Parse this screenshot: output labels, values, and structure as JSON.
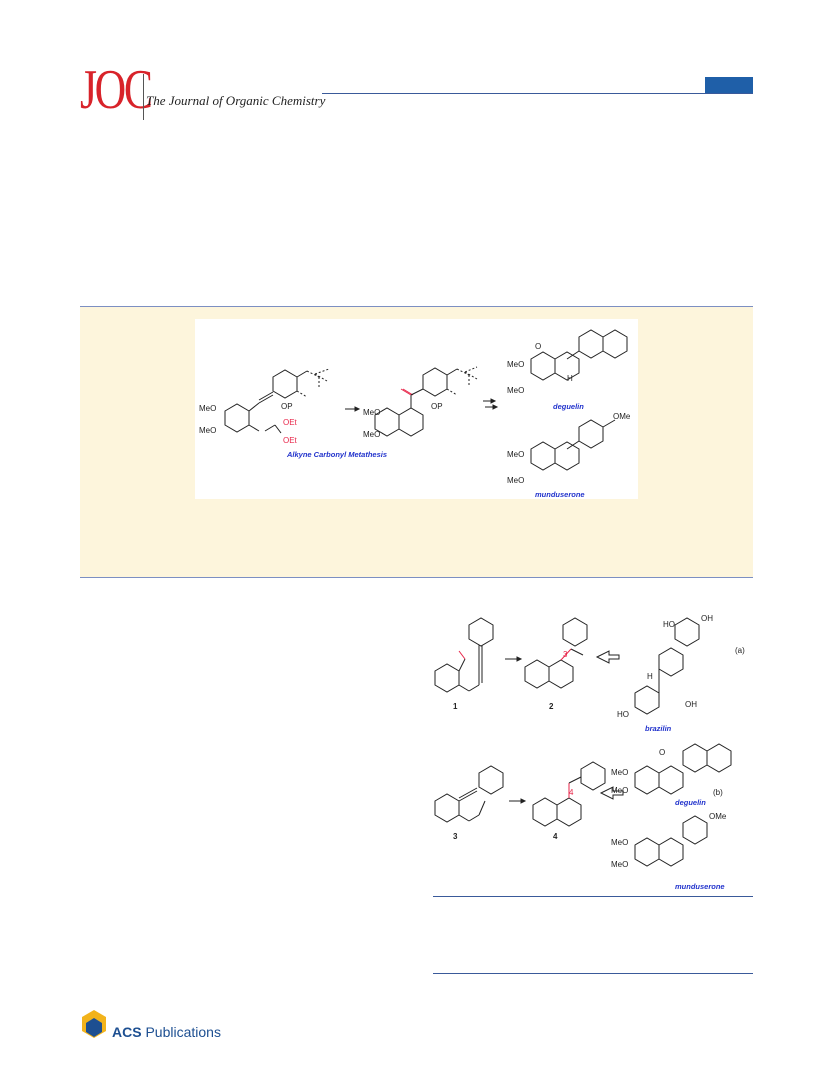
{
  "header": {
    "logo": "JOC",
    "journal_name": "The Journal of Organic Chemistry"
  },
  "toc_graphic": {
    "labels": {
      "meo1": "MeO",
      "meo2": "MeO",
      "oet1": "OEt",
      "oet2": "OEt",
      "op1": "OP",
      "op2": "OP",
      "meo3": "MeO",
      "meo4": "MeO",
      "reaction_caption": "Alkyne Carbonyl Metathesis",
      "deg_meo1": "MeO",
      "deg_meo2": "MeO",
      "deg_name": "deguelin",
      "mun_meo1": "MeO",
      "mun_meo2": "MeO",
      "mun_ome": "OMe",
      "mun_name": "munduserone",
      "h": "H",
      "o": "O"
    }
  },
  "scheme": {
    "labels": {
      "c1": "1",
      "c2": "2",
      "c3": "3",
      "c4": "4",
      "pos3": "3",
      "pos4": "4",
      "part_a": "(a)",
      "part_b": "(b)",
      "ho1": "HO",
      "oh1": "OH",
      "ho2": "HO",
      "oh2": "OH",
      "h": "H",
      "brazilin": "brazilin",
      "deguelin": "deguelin",
      "munduserone": "munduserone",
      "meo1": "MeO",
      "meo2": "MeO",
      "meo3": "MeO",
      "meo4": "MeO",
      "ome": "OMe",
      "o": "O"
    }
  },
  "footer": {
    "publisher_a": "ACS",
    "publisher_b": "Publications"
  },
  "colors": {
    "brand_red": "#d8232a",
    "rule_blue": "#3a5a9a",
    "panel_bg": "#fdf5dc",
    "highlight": "#e8264a",
    "name_blue": "#2233cc"
  }
}
